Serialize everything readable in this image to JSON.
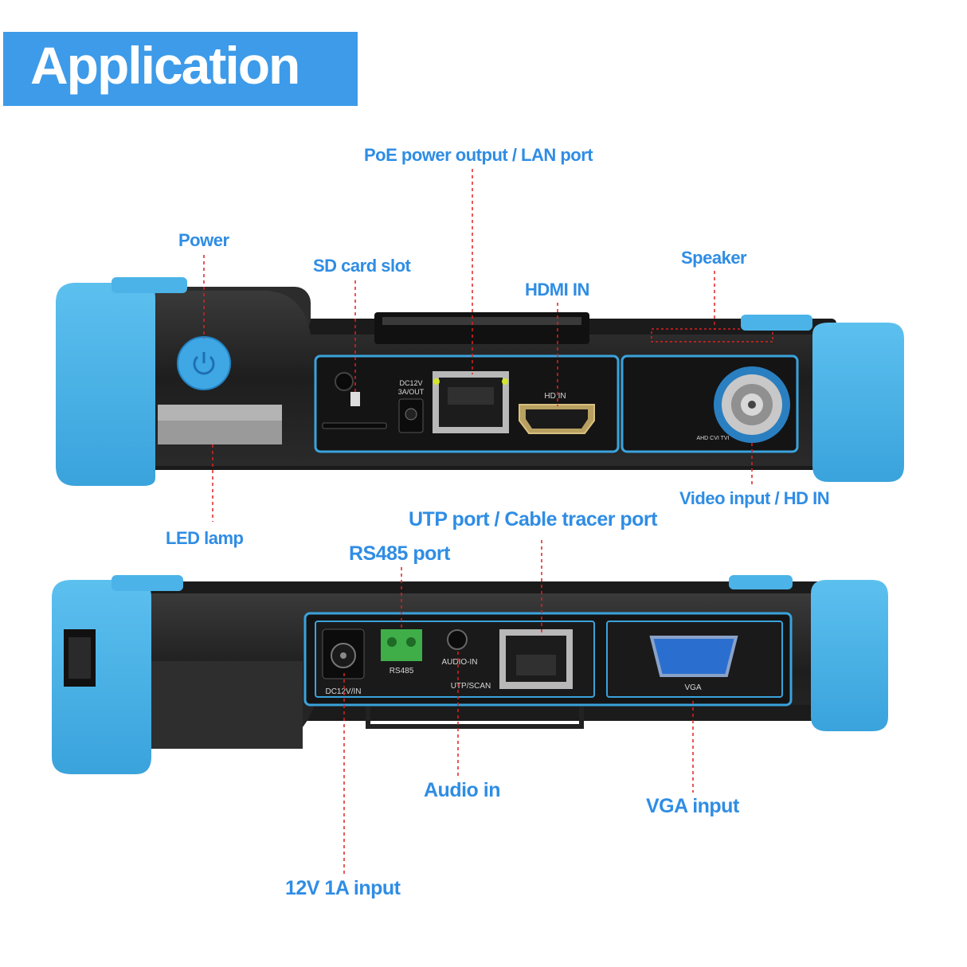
{
  "header": {
    "title": "Application"
  },
  "top_device": {
    "callouts": {
      "power": "Power",
      "sd_card": "SD card slot",
      "poe_lan": "PoE power output / LAN port",
      "hdmi_in": "HDMI IN",
      "speaker": "Speaker",
      "led_lamp": "LED lamp",
      "video_input": "Video input / HD IN"
    },
    "port_labels": {
      "dc_out_line1": "DC12V",
      "dc_out_line2": "3A/OUT",
      "hd_in": "HD IN",
      "video_modes": "AHD CVI TVI"
    }
  },
  "bottom_device": {
    "callouts": {
      "utp_cable_tracer": "UTP port / Cable tracer port",
      "rs485": "RS485 port",
      "audio_in": "Audio in",
      "vga_input": "VGA input",
      "dc_input": "12V 1A input"
    },
    "port_labels": {
      "dc_in": "DC12V/IN",
      "rs485": "RS485",
      "audio_in": "AUDIO-IN",
      "utp_scan": "UTP/SCAN",
      "vga": "VGA"
    }
  },
  "colors": {
    "accent": "#2f8de4",
    "banner": "#3d9be9",
    "bumper": "#4bb3e8",
    "body": "#262626",
    "leader": "#e02020"
  }
}
